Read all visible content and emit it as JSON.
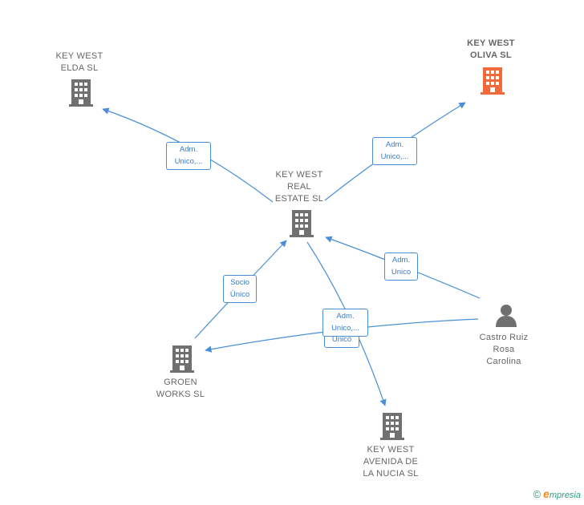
{
  "nodes": [
    {
      "id": "key-west-elda",
      "label": "KEY WEST\nELDA  SL",
      "type": "company",
      "color": "#707070"
    },
    {
      "id": "key-west-oliva",
      "label": "KEY WEST\nOLIVA  SL",
      "type": "company",
      "color": "#f26a3a",
      "highlight": true
    },
    {
      "id": "key-west-real-estate",
      "label": "KEY WEST\nREAL\nESTATE  SL",
      "type": "company",
      "color": "#707070"
    },
    {
      "id": "groen-works",
      "label": "GROEN\nWORKS  SL",
      "type": "company",
      "color": "#707070"
    },
    {
      "id": "key-west-avenida",
      "label": "KEY WEST\nAVENIDA DE\nLA NUCIA  SL",
      "type": "company",
      "color": "#707070"
    },
    {
      "id": "castro-ruiz",
      "label": "Castro Ruiz\nRosa\nCarolina",
      "type": "person",
      "color": "#707070"
    }
  ],
  "edges": [
    {
      "id": "e1",
      "label": "Adm.\nUnico,...",
      "from": "key-west-real-estate",
      "to": "key-west-elda"
    },
    {
      "id": "e2",
      "label": "Adm.\nUnico,...",
      "from": "key-west-real-estate",
      "to": "key-west-oliva"
    },
    {
      "id": "e3",
      "label": "Adm.\nUnico",
      "from": "castro-ruiz",
      "to": "key-west-real-estate"
    },
    {
      "id": "e4",
      "label": "Socio\nÚnico",
      "from": "groen-works",
      "to": "key-west-real-estate"
    },
    {
      "id": "e5",
      "label": "Adm.\nUnico,...",
      "from": "key-west-real-estate",
      "to": "key-west-avenida"
    },
    {
      "id": "e6",
      "label": "Unico",
      "from": "castro-ruiz",
      "to": "groen-works"
    }
  ],
  "colors": {
    "edge": "#4a8fd6",
    "node": "#707070",
    "highlight": "#f26a3a"
  },
  "footer": {
    "copyright_symbol": "©",
    "brand_first": "e",
    "brand_rest": "mpresia"
  }
}
